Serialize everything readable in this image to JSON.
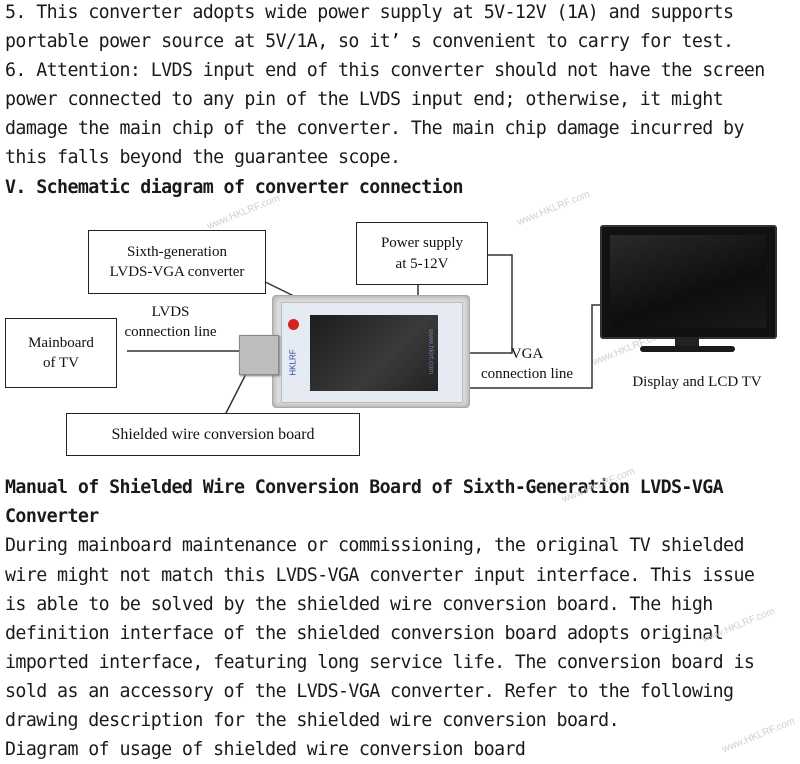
{
  "top_paragraphs": [
    "5. This converter adopts wide power supply at 5V-12V (1A) and supports",
    "portable power source at 5V/1A, so it’ s convenient to carry for test.",
    "6. Attention: LVDS input end of this converter should not have the screen",
    "power connected to any pin of the LVDS input end; otherwise, it might",
    "damage the main chip of the converter. The main chip damage incurred by",
    "this falls beyond the guarantee scope."
  ],
  "section_heading": "V. Schematic diagram of converter connection",
  "diagram": {
    "converter_label": [
      "Sixth-generation",
      "LVDS-VGA converter"
    ],
    "power_label": [
      "Power supply",
      "at 5-12V"
    ],
    "mainboard_label": [
      "Mainboard",
      "of TV"
    ],
    "lvds_label": [
      "LVDS",
      "connection line"
    ],
    "vga_label": [
      "VGA",
      "connection line"
    ],
    "display_label": "Display and LCD TV",
    "shielded_label": "Shielded wire conversion board",
    "device_logo": "HKLRF",
    "device_side_text": "www.hklrf.com"
  },
  "watermark_text": "www.HKLRF.com",
  "manual_title": [
    "Manual of Shielded Wire Conversion Board of Sixth-Generation LVDS-VGA",
    "Converter"
  ],
  "manual_body": [
    "During mainboard maintenance or commissioning, the original TV shielded",
    "wire might not match this LVDS-VGA converter input interface. This issue",
    "is able to be solved by the shielded wire conversion board. The high",
    "definition interface of the shielded conversion board adopts original",
    "imported interface, featuring long service life. The conversion board is",
    "sold as an accessory of the LVDS-VGA converter. Refer to the following",
    "drawing description for the shielded wire conversion board.",
    "Diagram of usage of shielded wire conversion board"
  ]
}
